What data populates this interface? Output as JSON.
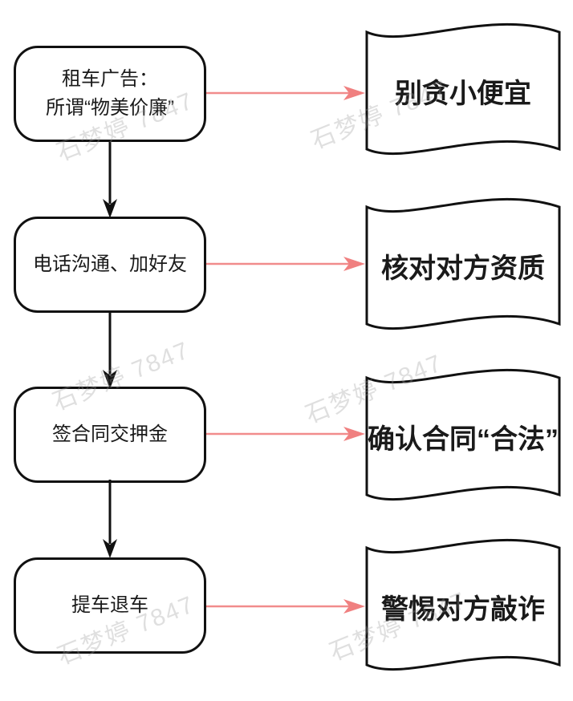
{
  "flow": {
    "rows": [
      {
        "box_lines": [
          "租车广告：",
          "所谓“物美价廉”"
        ],
        "note": "别贪小便宜"
      },
      {
        "box_lines": [
          "电话沟通、加好友"
        ],
        "note": "核对对方资质"
      },
      {
        "box_lines": [
          "签合同交押金"
        ],
        "note": "确认合同“合法”"
      },
      {
        "box_lines": [
          "提车退车"
        ],
        "note": "警惕对方敲诈"
      }
    ]
  },
  "watermark": {
    "text": "石梦婷 7847"
  },
  "colors": {
    "border": "#111111",
    "arrow_pink": "#f08080",
    "text": "#1a1a1a",
    "watermark": "#999999",
    "bg": "#ffffff"
  }
}
